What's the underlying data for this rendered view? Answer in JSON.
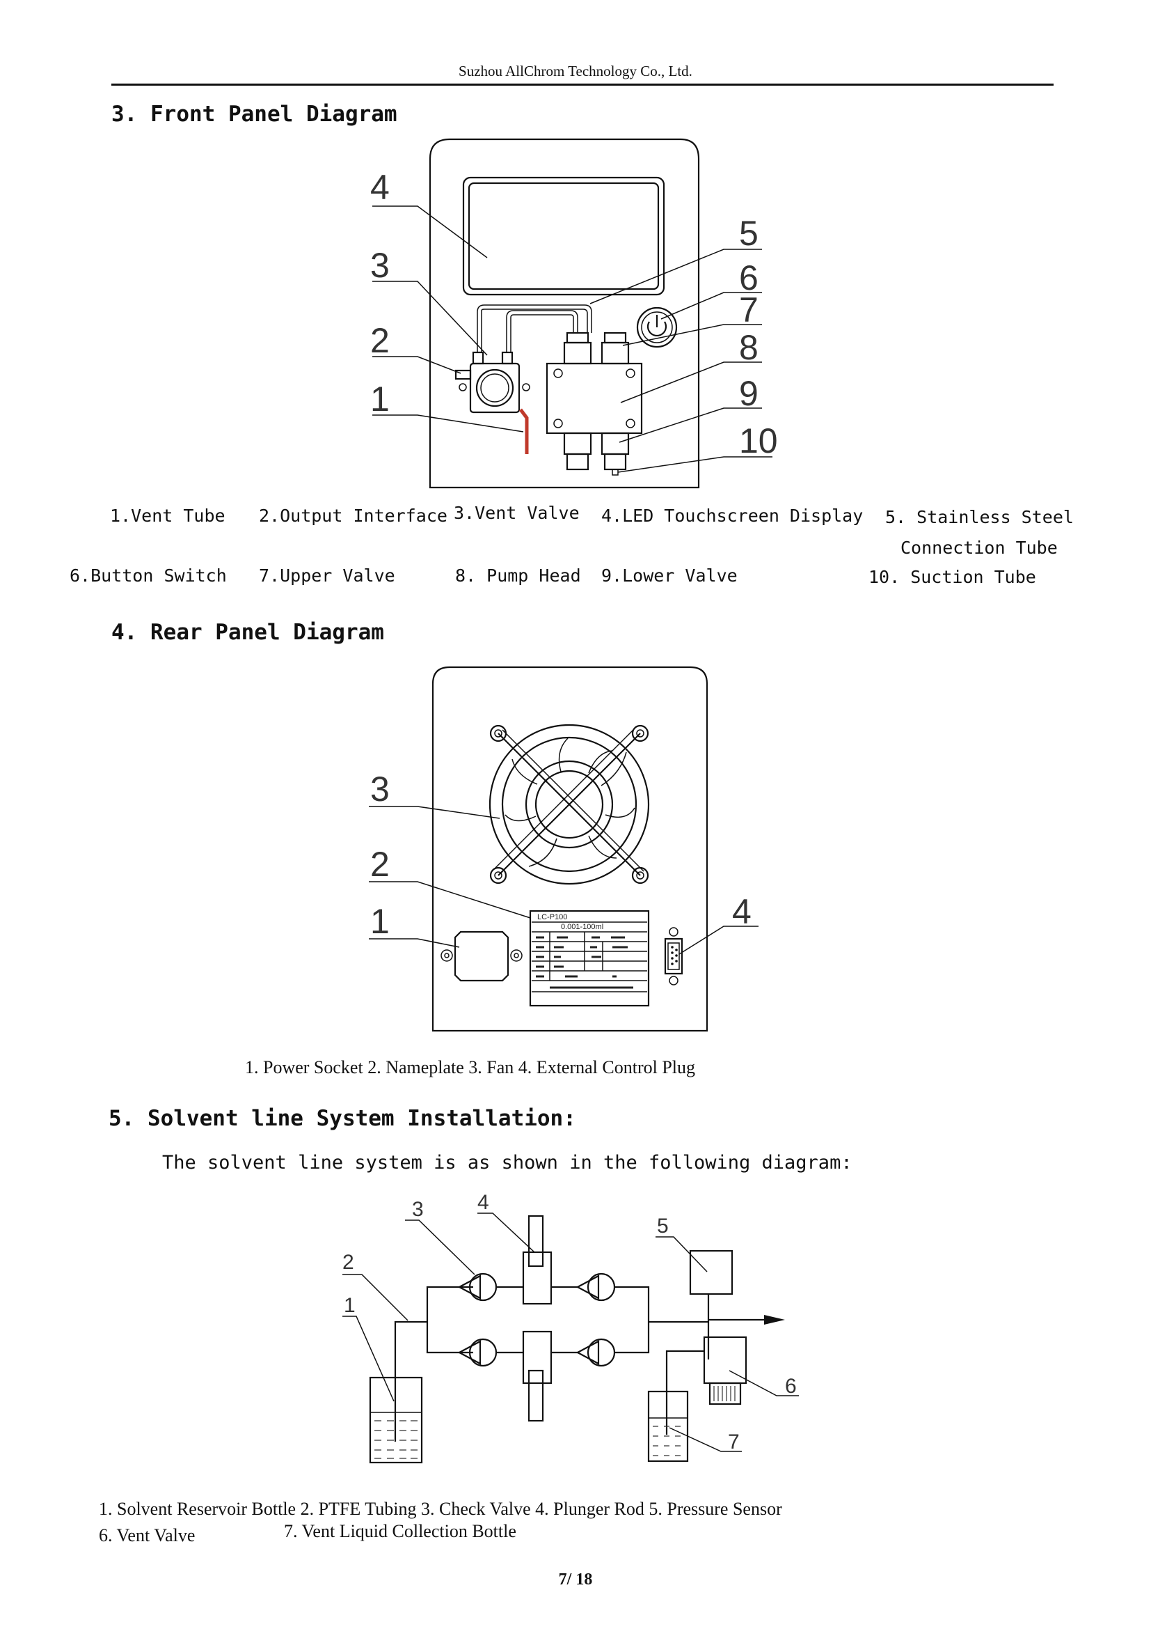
{
  "header": {
    "company": "Suzhou AllChrom Technology Co., Ltd."
  },
  "sections": {
    "front_panel": {
      "title": "3. Front Panel Diagram",
      "callouts": [
        "1",
        "2",
        "3",
        "4",
        "5",
        "6",
        "7",
        "8",
        "9",
        "10"
      ],
      "captions": {
        "c1": "1.Vent Tube",
        "c2": "2.Output Interface",
        "c3": "3.Vent   Valve",
        "c4": "4.LED Touchscreen Display",
        "c5_line1": "5. Stainless Steel",
        "c5_line2": "Connection Tube",
        "c6": "6.Button  Switch",
        "c7": "7.Upper  Valve",
        "c8": "8. Pump Head",
        "c9": "9.Lower  Valve",
        "c10": "10. Suction Tube"
      }
    },
    "rear_panel": {
      "title": "4. Rear Panel Diagram",
      "callouts": [
        "1",
        "2",
        "3",
        "4"
      ],
      "nameplate": {
        "model": "LC-P100",
        "range": "0.001-100ml"
      },
      "caption": "1. Power Socket   2. Nameplate   3. Fan    4. External Control Plug"
    },
    "solvent_system": {
      "title": "5. Solvent line System Installation:",
      "intro": "The solvent line system is as shown in the following diagram:",
      "callouts": [
        "1",
        "2",
        "3",
        "4",
        "5",
        "6",
        "7"
      ],
      "caption_line1": "1. Solvent Reservoir Bottle  2. PTFE Tubing  3. Check Valve  4. Plunger Rod  5. Pressure Sensor",
      "caption_line2_a": "6. Vent Valve",
      "caption_line2_b": "7. Vent Liquid Collection Bottle"
    }
  },
  "footer": {
    "page_number": "7/ 18"
  }
}
